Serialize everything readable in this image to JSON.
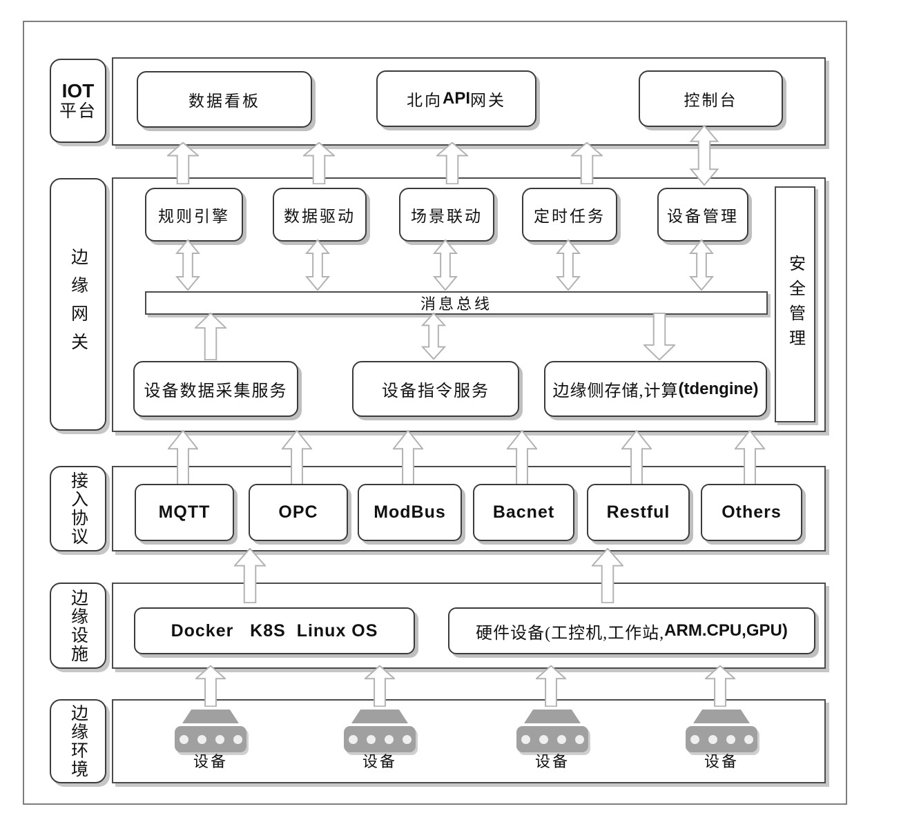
{
  "layers": {
    "iot": {
      "label_en": "IOT",
      "label_cn": "平台",
      "boxes": {
        "dashboard": "数据看板",
        "api_pre": "北向",
        "api_mid": "API",
        "api_post": "网关",
        "console": "控制台"
      }
    },
    "gateway": {
      "label": "边缘网关",
      "services": [
        "规则引擎",
        "数据驱动",
        "场景联动",
        "定时任务",
        "设备管理"
      ],
      "bus": "消息总线",
      "collect": "设备数据采集服务",
      "command": "设备指令服务",
      "storage_cn": "边缘侧存储,计算",
      "storage_en": "(tdengine)",
      "security": "安全管理"
    },
    "protocols": {
      "label": "接入协议",
      "items": [
        "MQTT",
        "OPC",
        "ModBus",
        "Bacnet",
        "Restful",
        "Others"
      ]
    },
    "infra": {
      "label": "边缘设施",
      "platform": "Docker   K8S  Linux OS",
      "hardware_cn": "硬件设备(工控机,工作站,",
      "hardware_en": "ARM.CPU,GPU)"
    },
    "env": {
      "label": "边缘环境",
      "device": "设备"
    }
  },
  "colors": {
    "box_border": "#3a3a3a",
    "container_border": "#4a4a4a",
    "shadow": "#c6c6c6",
    "arrow_outline": "#b2b2b2",
    "device_gray": "#a0a0a0"
  }
}
